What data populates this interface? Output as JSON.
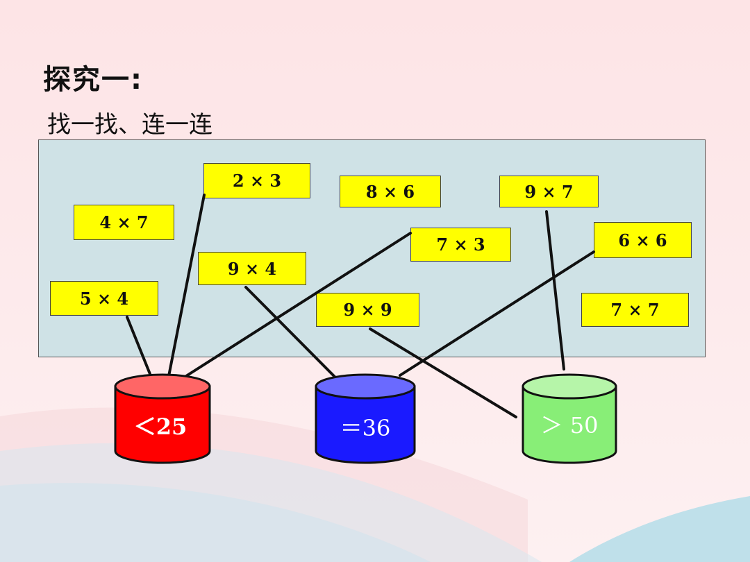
{
  "title": "探究一:",
  "subtitle": "找一找、连一连",
  "cards": [
    {
      "id": "2x3",
      "text": "2 × 3"
    },
    {
      "id": "8x6",
      "text": "8 × 6"
    },
    {
      "id": "9x7",
      "text": "9 × 7"
    },
    {
      "id": "4x7",
      "text": "4 × 7"
    },
    {
      "id": "7x3",
      "text": "7 × 3"
    },
    {
      "id": "6x6",
      "text": "6 × 6"
    },
    {
      "id": "9x4",
      "text": "9 × 4"
    },
    {
      "id": "5x4",
      "text": "5 × 4"
    },
    {
      "id": "9x9",
      "text": "9 × 9"
    },
    {
      "id": "7x7",
      "text": "7 × 7"
    }
  ],
  "jars": [
    {
      "id": "less-25",
      "label": "＜25",
      "color": "#ff0000"
    },
    {
      "id": "equal-36",
      "label": "＝36",
      "color": "#1a1aff"
    },
    {
      "id": "greater-50",
      "label": "＞ 50",
      "color": "#88ee77"
    }
  ]
}
